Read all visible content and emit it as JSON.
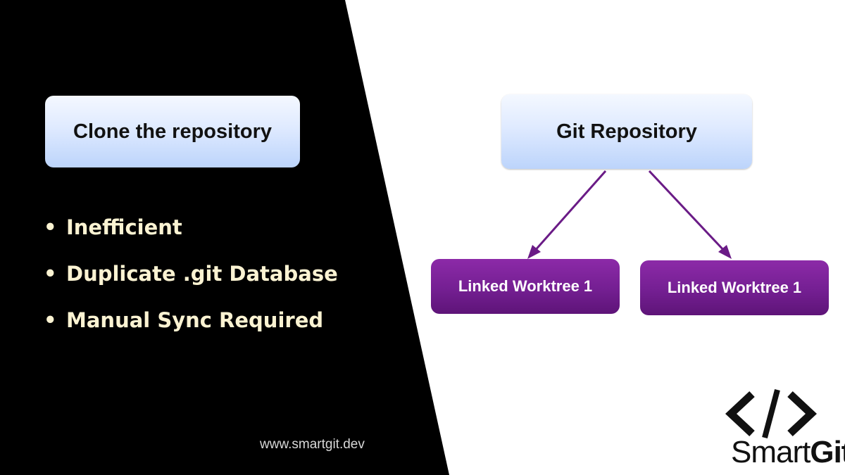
{
  "left_panel": {
    "title": "Clone the repository",
    "bullets": [
      "Inefficient",
      "Duplicate .git Database",
      "Manual Sync Required"
    ],
    "url": "www.smartgit.dev"
  },
  "diagram": {
    "root": "Git Repository",
    "children": [
      "Linked Worktree 1",
      "Linked Worktree 1"
    ]
  },
  "logo": {
    "light": "Smart",
    "bold": "Git"
  },
  "colors": {
    "left_background": "#000000",
    "right_background": "#ffffff",
    "worktree_box": "#741f92",
    "arrow": "#6a1b86",
    "bullet_text": "#fbf3d2"
  }
}
